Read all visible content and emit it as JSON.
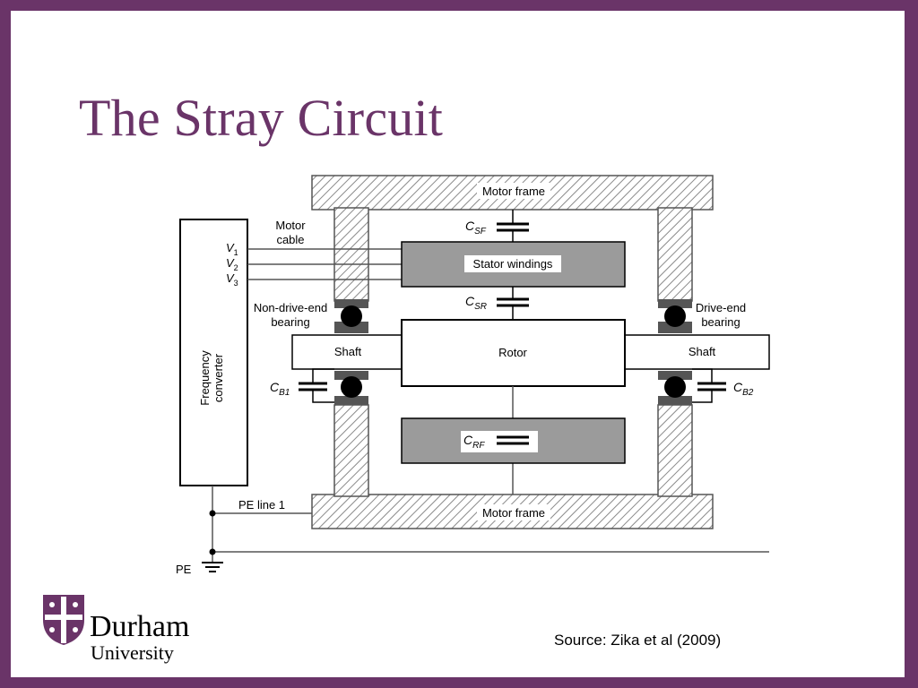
{
  "slide": {
    "title": "The Stray Circuit",
    "source": "Source: Zika et al (2009)"
  },
  "diagram": {
    "labels": {
      "motor_frame_top": "Motor frame",
      "motor_frame_bottom": "Motor frame",
      "stator_windings": "Stator windings",
      "rotor": "Rotor",
      "shaft_left": "Shaft",
      "shaft_right": "Shaft",
      "frequency_converter_line1": "Frequency",
      "frequency_converter_line2": "converter",
      "motor_cable_line1": "Motor",
      "motor_cable_line2": "cable",
      "non_drive_end_line1": "Non-drive-end",
      "non_drive_end_line2": "bearing",
      "drive_end_line1": "Drive-end",
      "drive_end_line2": "bearing",
      "pe_line": "PE line 1",
      "pe": "PE"
    },
    "voltages": [
      {
        "base": "V",
        "sub": "1"
      },
      {
        "base": "V",
        "sub": "2"
      },
      {
        "base": "V",
        "sub": "3"
      }
    ],
    "capacitors": {
      "csf": {
        "base": "C",
        "sub": "SF"
      },
      "csr": {
        "base": "C",
        "sub": "SR"
      },
      "crf": {
        "base": "C",
        "sub": "RF"
      },
      "cb1": {
        "base": "C",
        "sub": "B1"
      },
      "cb2": {
        "base": "C",
        "sub": "B2"
      }
    }
  },
  "logo": {
    "name_line1": "Durham",
    "name_line2": "University"
  },
  "colors": {
    "brand": "#6a3468",
    "component_grey": "#9b9b9b",
    "bearing_dark": "#555555"
  }
}
